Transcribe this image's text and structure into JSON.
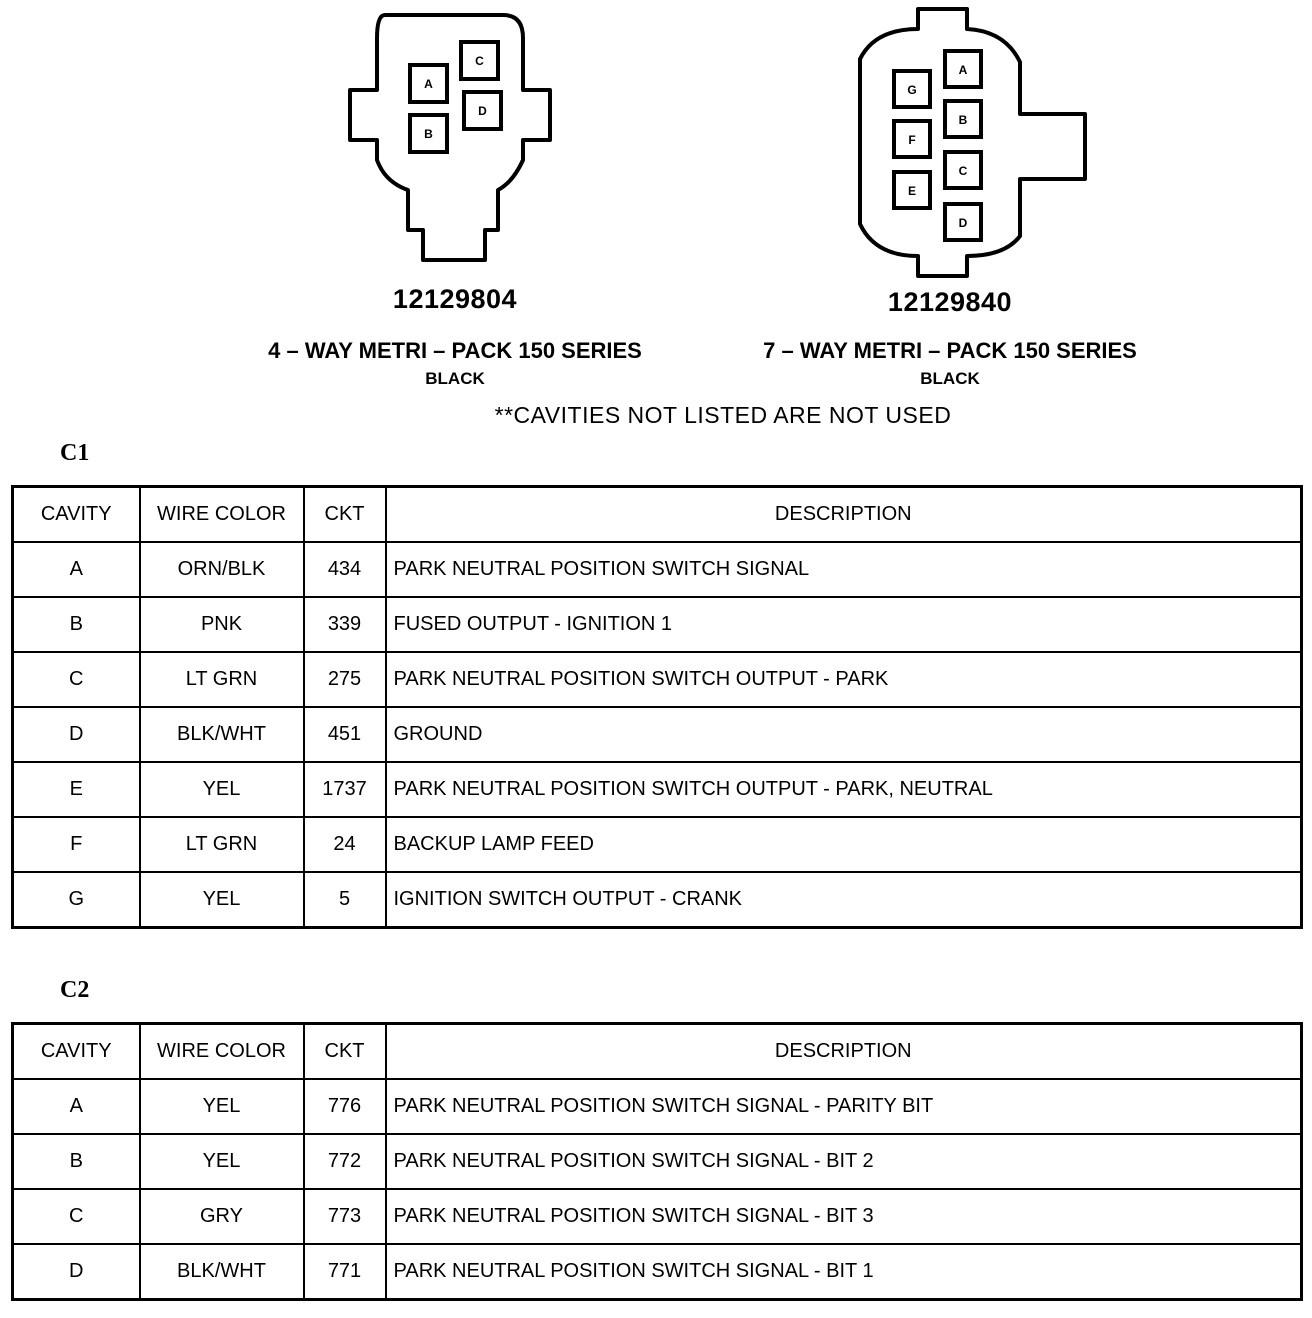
{
  "connectors": [
    {
      "part_number": "12129804",
      "series": "4 – WAY METRI – PACK 150 SERIES",
      "color": "BLACK",
      "pins": [
        "A",
        "B",
        "C",
        "D"
      ]
    },
    {
      "part_number": "12129840",
      "series": "7 – WAY METRI – PACK 150 SERIES",
      "color": "BLACK",
      "pins": [
        "A",
        "B",
        "C",
        "D",
        "E",
        "F",
        "G"
      ]
    }
  ],
  "note": "**CAVITIES NOT LISTED ARE NOT USED",
  "headers": {
    "cavity": "CAVITY",
    "wire_color": "WIRE COLOR",
    "ckt": "CKT",
    "description": "DESCRIPTION"
  },
  "tables": [
    {
      "title": "C1",
      "rows": [
        {
          "cavity": "A",
          "wire_color": "ORN/BLK",
          "ckt": "434",
          "description": "PARK NEUTRAL POSITION SWITCH SIGNAL"
        },
        {
          "cavity": "B",
          "wire_color": "PNK",
          "ckt": "339",
          "description": "FUSED OUTPUT - IGNITION 1"
        },
        {
          "cavity": "C",
          "wire_color": "LT GRN",
          "ckt": "275",
          "description": "PARK NEUTRAL POSITION SWITCH OUTPUT - PARK"
        },
        {
          "cavity": "D",
          "wire_color": "BLK/WHT",
          "ckt": "451",
          "description": "GROUND"
        },
        {
          "cavity": "E",
          "wire_color": "YEL",
          "ckt": "1737",
          "description": "PARK NEUTRAL POSITION SWITCH OUTPUT - PARK, NEUTRAL"
        },
        {
          "cavity": "F",
          "wire_color": "LT GRN",
          "ckt": "24",
          "description": "BACKUP LAMP FEED"
        },
        {
          "cavity": "G",
          "wire_color": "YEL",
          "ckt": "5",
          "description": "IGNITION SWITCH OUTPUT - CRANK"
        }
      ]
    },
    {
      "title": "C2",
      "rows": [
        {
          "cavity": "A",
          "wire_color": "YEL",
          "ckt": "776",
          "description": "PARK NEUTRAL POSITION SWITCH SIGNAL - PARITY BIT"
        },
        {
          "cavity": "B",
          "wire_color": "YEL",
          "ckt": "772",
          "description": "PARK NEUTRAL POSITION SWITCH SIGNAL - BIT 2"
        },
        {
          "cavity": "C",
          "wire_color": "GRY",
          "ckt": "773",
          "description": "PARK NEUTRAL POSITION SWITCH SIGNAL - BIT 3"
        },
        {
          "cavity": "D",
          "wire_color": "BLK/WHT",
          "ckt": "771",
          "description": "PARK NEUTRAL POSITION SWITCH SIGNAL - BIT 1"
        }
      ]
    }
  ]
}
